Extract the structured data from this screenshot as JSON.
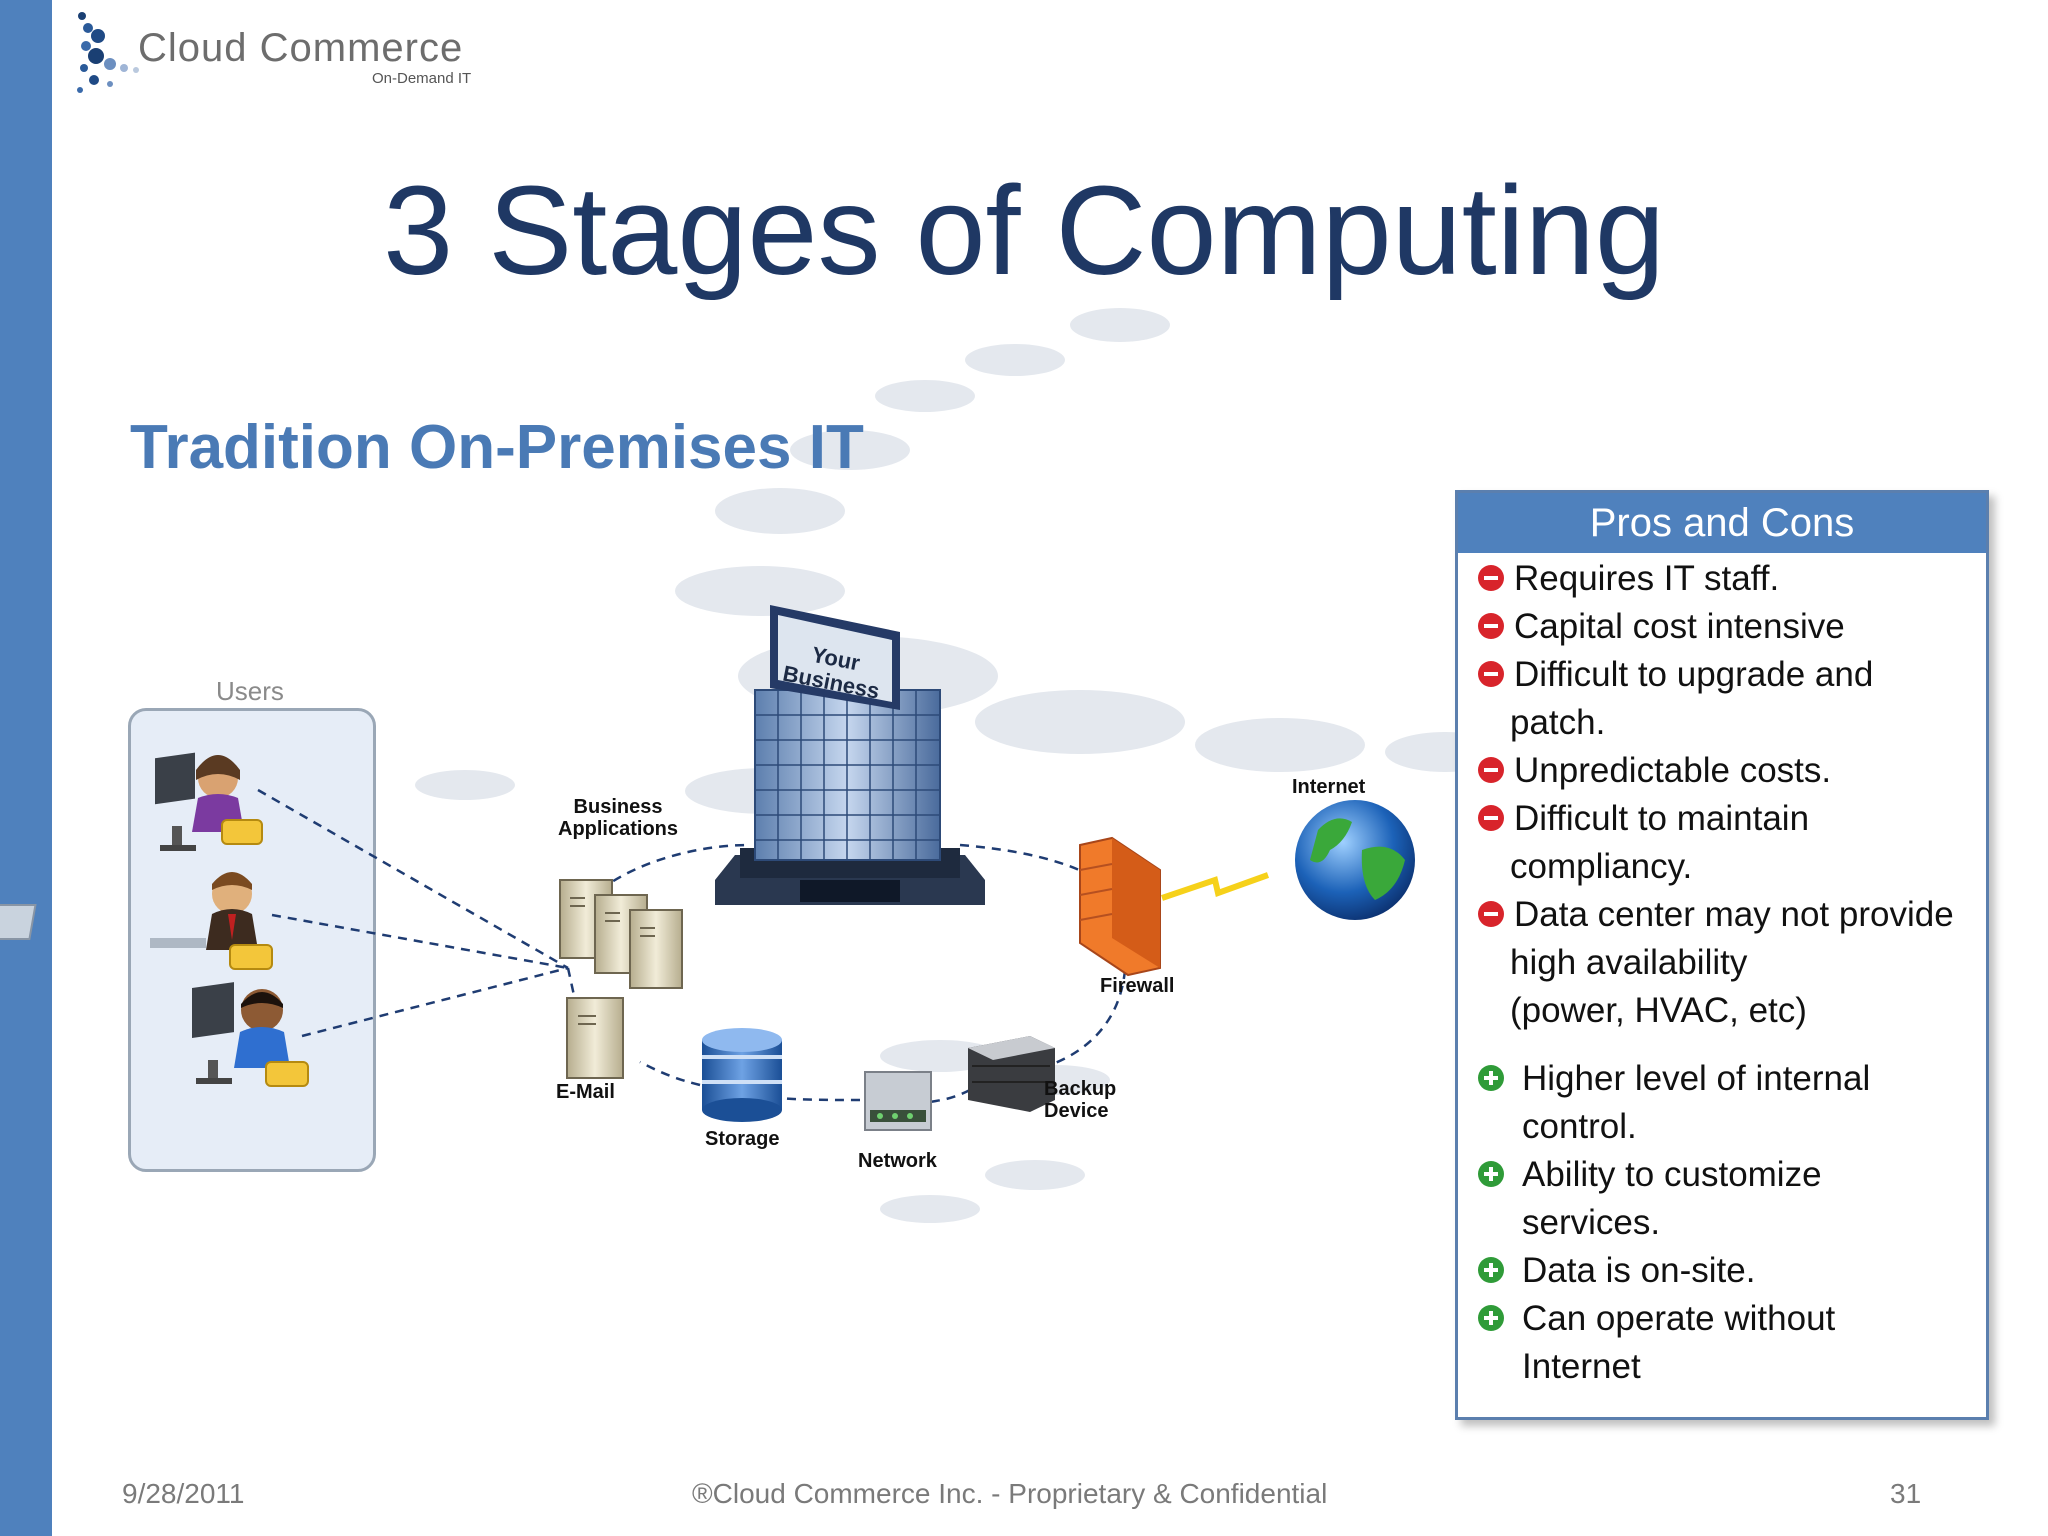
{
  "logo": {
    "brand": "Cloud Commerce",
    "tagline": "On-Demand IT"
  },
  "slide": {
    "title": "3 Stages of Computing",
    "subtitle": "Tradition On-Premises IT"
  },
  "diagram": {
    "users_label": "Users",
    "building_sign_line1": "Your",
    "building_sign_line2": "Business",
    "nodes": {
      "business_applications_line1": "Business",
      "business_applications_line2": "Applications",
      "email": "E-Mail",
      "storage": "Storage",
      "network": "Network",
      "backup_line1": "Backup",
      "backup_line2": "Device",
      "firewall": "Firewall",
      "internet": "Internet"
    }
  },
  "pros_cons": {
    "header": "Pros and Cons",
    "cons": [
      {
        "lines": [
          "Requires IT staff."
        ]
      },
      {
        "lines": [
          "Capital cost intensive"
        ]
      },
      {
        "lines": [
          "Difficult to upgrade and",
          "patch."
        ]
      },
      {
        "lines": [
          "Unpredictable costs."
        ]
      },
      {
        "lines": [
          "Difficult to maintain",
          "compliancy."
        ]
      },
      {
        "lines": [
          "Data center may not provide",
          "high availability",
          "(power, HVAC, etc)"
        ]
      }
    ],
    "pros": [
      {
        "lines": [
          "Higher level of internal",
          "control."
        ]
      },
      {
        "lines": [
          "Ability to customize",
          "services."
        ]
      },
      {
        "lines": [
          "Data is on-site."
        ]
      },
      {
        "lines": [
          "Can operate without",
          "Internet"
        ]
      }
    ]
  },
  "footer": {
    "date": "9/28/2011",
    "copyright": "®Cloud Commerce Inc. - Proprietary & Confidential",
    "page_number": "31"
  },
  "colors": {
    "accent": "#4f81bd",
    "title": "#1f3864",
    "subtitle": "#4a7ab5",
    "con_icon": "#d8242b",
    "pro_icon": "#2f9b38"
  }
}
